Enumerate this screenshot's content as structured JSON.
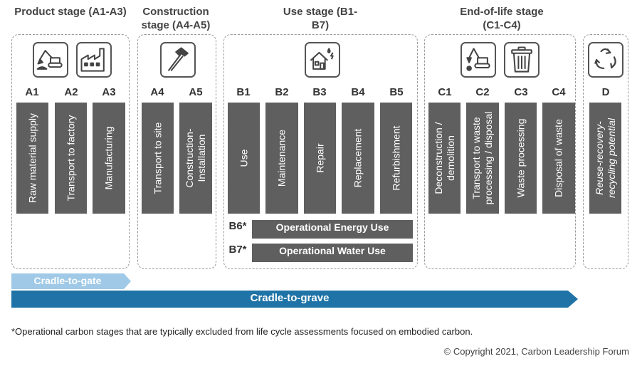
{
  "stages": {
    "product": "Product stage (A1-A3)",
    "construction": "Construction stage (A4-A5)",
    "use": "Use stage (B1-B7)",
    "eol": "End-of-life stage (C1-C4)"
  },
  "modules": {
    "A1": {
      "code": "A1",
      "label": "Raw material supply"
    },
    "A2": {
      "code": "A2",
      "label": "Transport to factory"
    },
    "A3": {
      "code": "A3",
      "label": "Manufacturing"
    },
    "A4": {
      "code": "A4",
      "label": "Transport to site"
    },
    "A5": {
      "code": "A5",
      "label": "Construction-\nInstallation"
    },
    "B1": {
      "code": "B1",
      "label": "Use"
    },
    "B2": {
      "code": "B2",
      "label": "Maintenance"
    },
    "B3": {
      "code": "B3",
      "label": "Repair"
    },
    "B4": {
      "code": "B4",
      "label": "Replacement"
    },
    "B5": {
      "code": "B5",
      "label": "Refurbishment"
    },
    "B6": {
      "code": "B6*",
      "label": "Operational Energy Use"
    },
    "B7": {
      "code": "B7*",
      "label": "Operational Water Use"
    },
    "C1": {
      "code": "C1",
      "label": "Deconstruction /\ndemolition"
    },
    "C2": {
      "code": "C2",
      "label": "Transport to waste\nprocessing / disposal"
    },
    "C3": {
      "code": "C3",
      "label": "Waste processing"
    },
    "C4": {
      "code": "C4",
      "label": "Disposal of waste"
    },
    "D": {
      "code": "D",
      "label": "Reuse-recovery-\nrecycling potential"
    }
  },
  "arrows": {
    "gate": "Cradle-to-gate",
    "grave": "Cradle-to-grave"
  },
  "footnote": "*Operational carbon stages that are typically excluded from life cycle assessments focused on embodied carbon.",
  "copyright": "© Copyright 2021, Carbon Leadership Forum",
  "colors": {
    "bar": "#5f5f5f",
    "gate_arrow": "#9fc9e6",
    "grave_arrow": "#1f73a6"
  },
  "icons": [
    "excavator-icon",
    "factory-icon",
    "hammer-icon",
    "house-icon",
    "demolition-excavator-icon",
    "trash-can-icon",
    "recycle-icon"
  ]
}
